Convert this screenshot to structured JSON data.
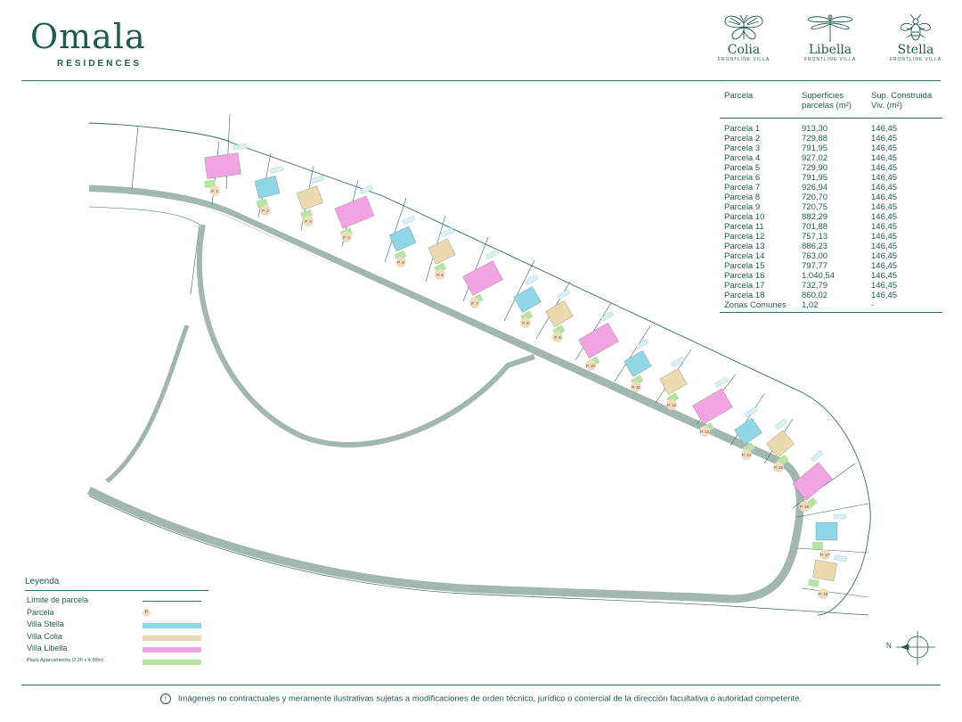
{
  "brand": {
    "name": "Omala",
    "subtitle": "RESIDENCES"
  },
  "villa_logos": [
    {
      "name": "Colia",
      "sub": "FRONTLINE VILLA",
      "icon": "butterfly-icon"
    },
    {
      "name": "Libella",
      "sub": "FRONTLINE VILLA",
      "icon": "dragonfly-icon"
    },
    {
      "name": "Stella",
      "sub": "FRONTLINE VILLA",
      "icon": "firefly-icon"
    }
  ],
  "table": {
    "headers": [
      "Parcela",
      "Superficies parcelas (m²)",
      "Sup. Construida Viv. (m²)"
    ],
    "rows": [
      [
        "Parcela 1",
        "913,30",
        "146,45"
      ],
      [
        "Parcela 2",
        "729,88",
        "146,45"
      ],
      [
        "Parcela 3",
        "791,95",
        "146,45"
      ],
      [
        "Parcela 4",
        "927,02",
        "146,45"
      ],
      [
        "Parcela 5",
        "729,90",
        "146,45"
      ],
      [
        "Parcela 6",
        "791,95",
        "146,45"
      ],
      [
        "Parcela 7",
        "926,94",
        "146,45"
      ],
      [
        "Parcela 8",
        "720,70",
        "146,45"
      ],
      [
        "Parcela 9",
        "720,75",
        "146,45"
      ],
      [
        "Parcela 10",
        "882,29",
        "146,45"
      ],
      [
        "Parcela 11",
        "701,88",
        "146,45"
      ],
      [
        "Parcela 12",
        "757,13",
        "146,45"
      ],
      [
        "Parcela 13",
        "886,23",
        "146,45"
      ],
      [
        "Parcela 14",
        "763,00",
        "146,45"
      ],
      [
        "Parcela 15",
        "797,77",
        "146,45"
      ],
      [
        "Parcela 16",
        "1.040,54",
        "146,45"
      ],
      [
        "Parcela 17",
        "732,79",
        "146,45"
      ],
      [
        "Parcela 18",
        "860,02",
        "146,45"
      ],
      [
        "Zonas Comunes",
        "1,02",
        "-"
      ]
    ]
  },
  "legend": {
    "title": "Leyenda",
    "items": {
      "limit": "Límite de parcela",
      "parcel": "Parcela",
      "parcel_marker": "P.",
      "stella": "Villa Stella",
      "colia": "Villa Colia",
      "libella": "Villa Libella",
      "parking": "Plaza Aparcamiento (2.20 x 4.50m)"
    }
  },
  "colors": {
    "stella": "#8fd6e6",
    "colia": "#ecd9ad",
    "libella": "#f2a3e3",
    "parking": "#b7e3a4",
    "line": "#2f6b5f",
    "parcel_marker": "#f2dcc0"
  },
  "map": {
    "parcels": [
      {
        "label": "P. 1",
        "villa": "libella"
      },
      {
        "label": "P. 2",
        "villa": "stella"
      },
      {
        "label": "P. 3",
        "villa": "colia"
      },
      {
        "label": "P. 4",
        "villa": "libella"
      },
      {
        "label": "P. 5",
        "villa": "stella"
      },
      {
        "label": "P. 6",
        "villa": "colia"
      },
      {
        "label": "P. 7",
        "villa": "libella"
      },
      {
        "label": "P. 8",
        "villa": "stella"
      },
      {
        "label": "P. 9",
        "villa": "colia"
      },
      {
        "label": "P. 10",
        "villa": "libella"
      },
      {
        "label": "P. 11",
        "villa": "stella"
      },
      {
        "label": "P. 12",
        "villa": "colia"
      },
      {
        "label": "P. 13",
        "villa": "libella"
      },
      {
        "label": "P. 14",
        "villa": "stella"
      },
      {
        "label": "P. 15",
        "villa": "colia"
      },
      {
        "label": "P. 16",
        "villa": "libella"
      },
      {
        "label": "P. 17",
        "villa": "stella"
      },
      {
        "label": "P. 18",
        "villa": "colia"
      }
    ]
  },
  "compass": {
    "north": "N"
  },
  "disclaimer": "Imágenes no contractuales y meramente ilustrativas sujetas a modificaciones de orden técnico, jurídico o comercial de la dirección facultativa o autoridad competente."
}
